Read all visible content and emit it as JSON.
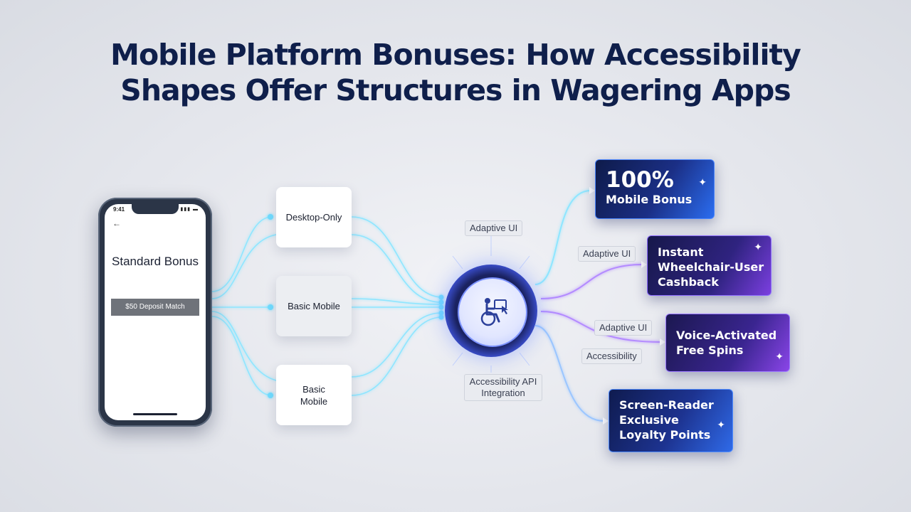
{
  "title": {
    "line1": "Mobile Platform Bonuses: How Accessibility",
    "line2": "Shapes Offer Structures in Wagering Apps"
  },
  "phone": {
    "status_time": "9:41",
    "back_icon": "back-arrow-icon",
    "offer_title": "Standard Bonus",
    "offer_detail": "$50 Deposit Match"
  },
  "middle_cards": [
    {
      "label": "Desktop-Only"
    },
    {
      "label": "Basic Mobile"
    },
    {
      "label": "Basic Mobile"
    }
  ],
  "hub": {
    "icon": "wheelchair-user-icon"
  },
  "labels": {
    "adaptive_ui_top": "Adaptive UI",
    "adaptive_ui_2": "Adaptive UI",
    "adaptive_ui_3": "Adaptive UI",
    "accessibility": "Accessibility",
    "api_integration": "Accessibility API Integration"
  },
  "bonuses": [
    {
      "big": "100%",
      "small": "Mobile Bonus"
    },
    {
      "text": "Instant Wheelchair-User Cashback"
    },
    {
      "text": "Voice-Activated Free Spins"
    },
    {
      "text": "Screen-Reader Exclusive Loyalty Points"
    }
  ],
  "colors": {
    "title": "#0f1f4b",
    "wire_cyan": "#7fe3ff",
    "wire_violet": "#a77bff",
    "hub_blue": "#3b4fcf"
  }
}
